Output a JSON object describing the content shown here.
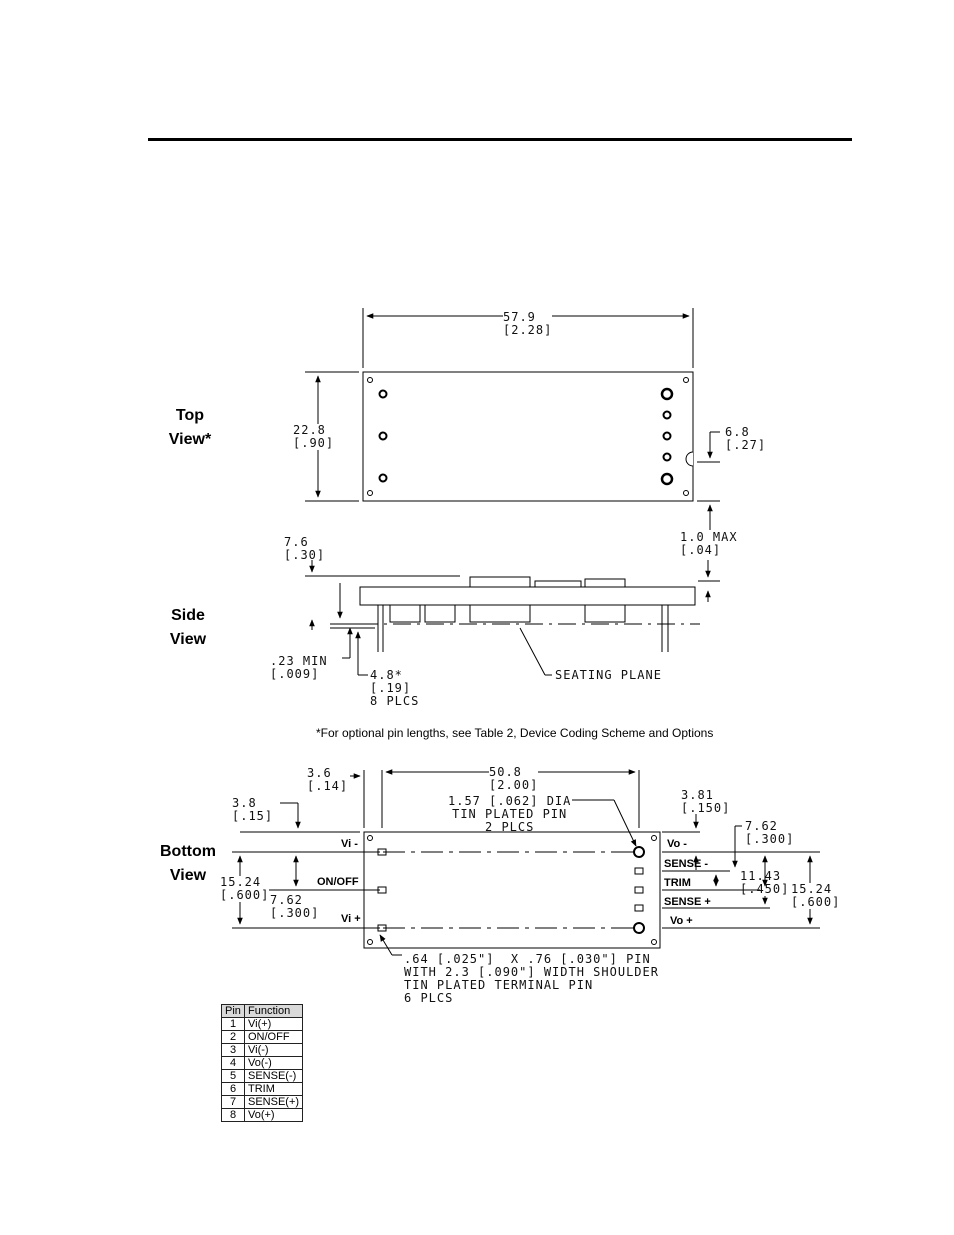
{
  "views": {
    "top": "Top\nView*",
    "side": "Side\nView",
    "bottom": "Bottom\nView"
  },
  "dims": {
    "length": "57.9\n[2.28]",
    "width": "22.8\n[.90]",
    "notch": "6.8\n[.27]",
    "side_max": "1.0 MAX\n[.04]",
    "side_height": "7.6\n[.30]",
    "min_gap": ".23 MIN\n[.009]",
    "pin_len": "4.8*\n[.19]\n8 PLCS",
    "seating": "SEATING PLANE",
    "b36": "3.6\n[.14]",
    "b508": "50.8\n[2.00]",
    "b38": "3.8\n[.15]",
    "pin_dia": "1.57 [.062] DIA\nTIN PLATED PIN\n2 PLCS",
    "b381": "3.81\n[.150]",
    "b762r": "7.62\n[.300]",
    "b1143": "11.43\n[.450]",
    "b1524r": "15.24\n[.600]",
    "b1524l": "15.24\n[.600]",
    "b762l": "7.62\n[.300]",
    "pin_note": ".64 [.025\"]  X .76 [.030\"] PIN\nWITH 2.3 [.090\"] WIDTH SHOULDER\nTIN PLATED TERMINAL PIN\n6 PLCS"
  },
  "pin_labels": {
    "vi_minus": "Vi -",
    "onoff": "ON/OFF",
    "vi_plus": "Vi +",
    "vo_minus": "Vo -",
    "sense_minus": "SENSE -",
    "trim": "TRIM",
    "sense_plus": "SENSE +",
    "vo_plus": "Vo +"
  },
  "note": "*For optional pin lengths, see Table 2, Device Coding Scheme and Options",
  "pin_table": {
    "headers": [
      "Pin",
      "Function"
    ],
    "rows": [
      [
        "1",
        "Vi(+)"
      ],
      [
        "2",
        "ON/OFF"
      ],
      [
        "3",
        "Vi(-)"
      ],
      [
        "4",
        "Vo(-)"
      ],
      [
        "5",
        "SENSE(-)"
      ],
      [
        "6",
        "TRIM"
      ],
      [
        "7",
        "SENSE(+)"
      ],
      [
        "8",
        "Vo(+)"
      ]
    ]
  }
}
